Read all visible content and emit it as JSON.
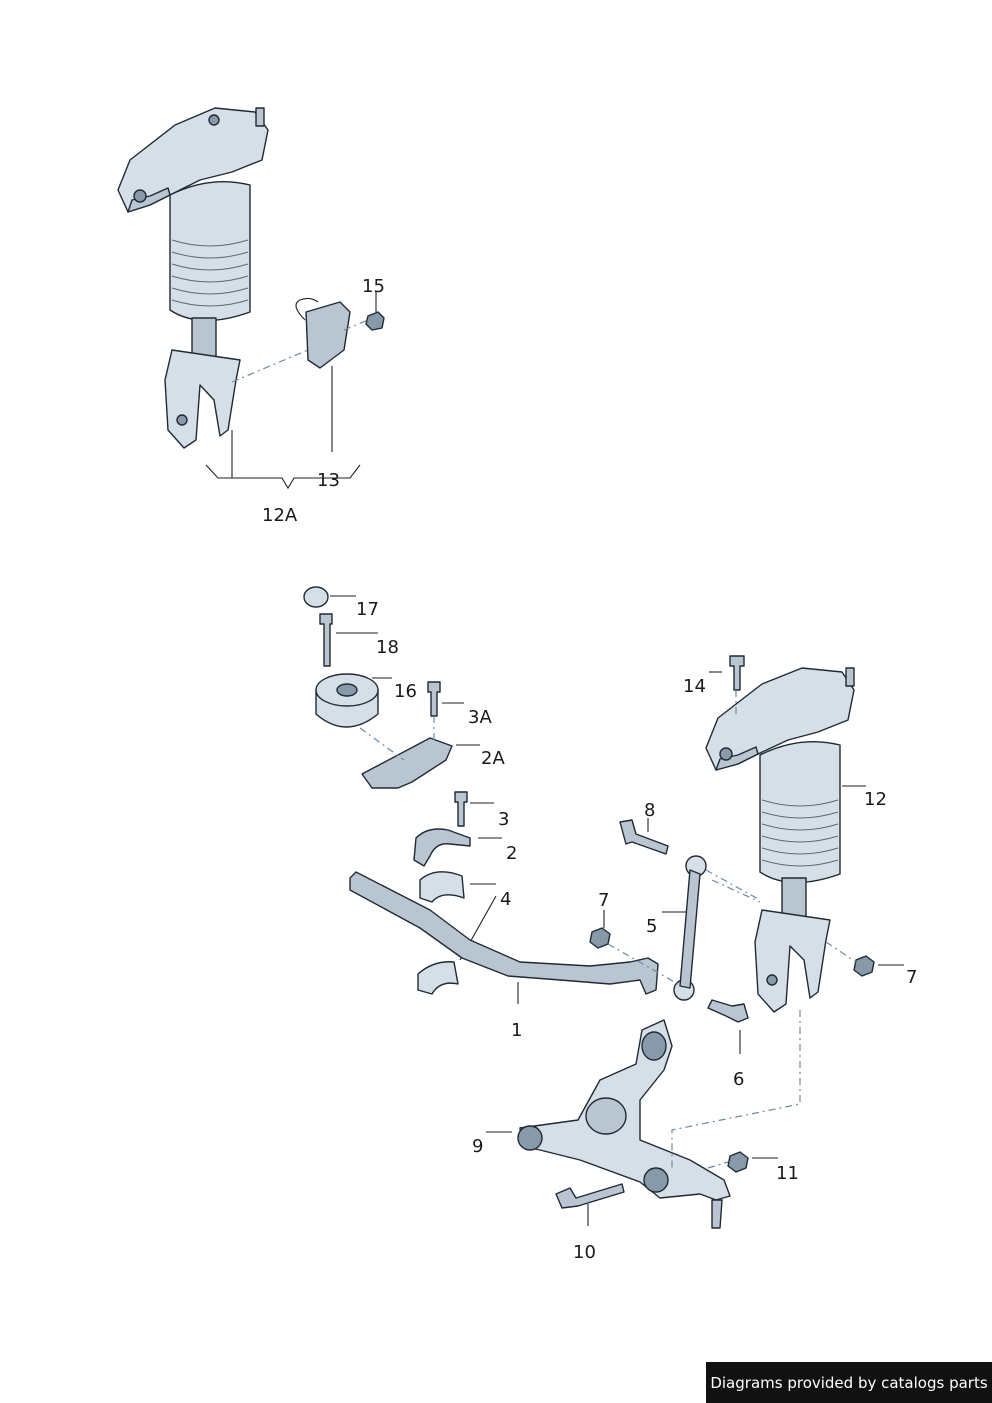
{
  "labels": {
    "l1": "1",
    "l2": "2",
    "l2A": "2A",
    "l3": "3",
    "l3A": "3A",
    "l4": "4",
    "l5": "5",
    "l6": "6",
    "l7a": "7",
    "l7b": "7",
    "l8": "8",
    "l9": "9",
    "l10": "10",
    "l11": "11",
    "l12": "12",
    "l12A": "12A",
    "l13": "13",
    "l14": "14",
    "l15": "15",
    "l16": "16",
    "l17": "17",
    "l18": "18"
  },
  "credit": "Diagrams provided by catalogs parts"
}
